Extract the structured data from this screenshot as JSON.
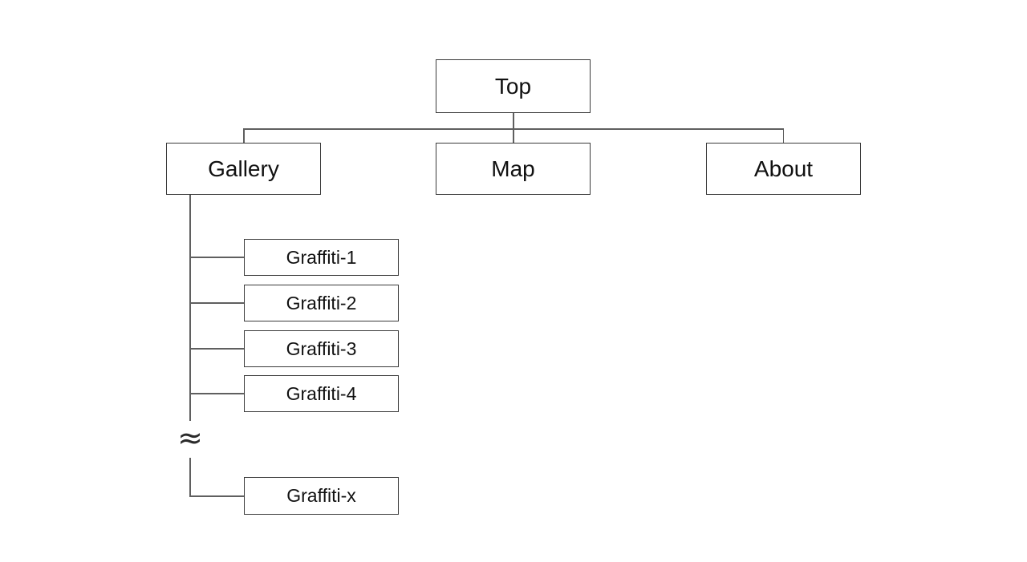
{
  "diagram": {
    "type": "sitemap-tree",
    "break_symbol": "≈",
    "colors": {
      "background": "#ffffff",
      "node_border": "#3a3a3a",
      "node_fill": "#ffffff",
      "connector": "#5f5f5f",
      "text": "#111111"
    },
    "nodes": {
      "top": {
        "label": "Top"
      },
      "gallery": {
        "label": "Gallery"
      },
      "map": {
        "label": "Map"
      },
      "about": {
        "label": "About"
      },
      "graffiti": [
        {
          "label": "Graffiti-1"
        },
        {
          "label": "Graffiti-2"
        },
        {
          "label": "Graffiti-3"
        },
        {
          "label": "Graffiti-4"
        },
        {
          "label": "Graffiti-x"
        }
      ]
    },
    "edges": [
      "Top-Gallery",
      "Top-Map",
      "Top-About",
      "Gallery-Graffiti-1",
      "Gallery-Graffiti-2",
      "Gallery-Graffiti-3",
      "Gallery-Graffiti-4",
      "Gallery-Graffiti-x (after break)"
    ]
  }
}
